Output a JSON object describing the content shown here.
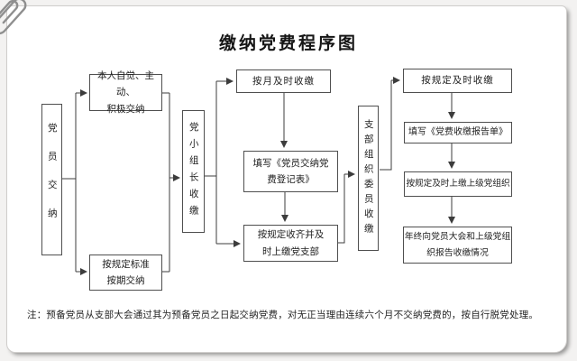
{
  "title": "缴纳党费程序图",
  "note": "注：预备党员从支部大会通过其为预备党员之日起交纳党费，对无正当理由连续六个月不交纳党费的，按自行脱党处理。",
  "icons": {
    "paperclip": "paperclip-icon"
  },
  "colors": {
    "line": "#3c3c3c",
    "box_border": "#4f4f4f",
    "page_bg": "#ffffff",
    "canvas_bg": "#f3f2f1",
    "text": "#1e1e1e"
  },
  "flowchart": {
    "boxes": [
      {
        "id": "party-member-pays",
        "orientation": "vertical",
        "label": "党员交纳"
      },
      {
        "id": "voluntary-pay",
        "orientation": "horizontal",
        "label": "本人自觉、主动、\n积极交纳"
      },
      {
        "id": "standard-pay",
        "orientation": "horizontal",
        "label": "按规定标准\n按期交纳"
      },
      {
        "id": "group-leader-collects",
        "orientation": "vertical",
        "label": "党小组长收缴"
      },
      {
        "id": "monthly-collect",
        "orientation": "horizontal",
        "label": "按月及时收缴"
      },
      {
        "id": "fill-member-register",
        "orientation": "horizontal",
        "label": "填写《党员交纳党\n费登记表》"
      },
      {
        "id": "collect-submit-branch",
        "orientation": "horizontal",
        "label": "按规定收齐并及\n时上缴党支部"
      },
      {
        "id": "branch-committee-collects",
        "orientation": "vertical",
        "label": "支部组织委员收缴"
      },
      {
        "id": "collect-per-rules",
        "orientation": "horizontal",
        "label": "按规定及时收缴"
      },
      {
        "id": "fill-fee-report",
        "orientation": "horizontal",
        "label": "填写《党费收缴报告单》"
      },
      {
        "id": "submit-higher-org",
        "orientation": "horizontal",
        "label": "按规定及时上缴上级党组织"
      },
      {
        "id": "year-end-report",
        "orientation": "horizontal",
        "label": "年终向党员大会和上级党组\n织报告收缴情况"
      }
    ],
    "edges": [
      {
        "from": "party-member-pays",
        "to": "voluntary-pay"
      },
      {
        "from": "party-member-pays",
        "to": "standard-pay"
      },
      {
        "from": "voluntary-pay",
        "to": "group-leader-collects"
      },
      {
        "from": "standard-pay",
        "to": "group-leader-collects"
      },
      {
        "from": "group-leader-collects",
        "to": "monthly-collect"
      },
      {
        "from": "group-leader-collects",
        "to": "collect-submit-branch"
      },
      {
        "from": "monthly-collect",
        "to": "fill-member-register"
      },
      {
        "from": "fill-member-register",
        "to": "collect-submit-branch"
      },
      {
        "from": "collect-submit-branch",
        "to": "branch-committee-collects"
      },
      {
        "from": "branch-committee-collects",
        "to": "collect-per-rules"
      },
      {
        "from": "collect-per-rules",
        "to": "fill-fee-report"
      },
      {
        "from": "fill-fee-report",
        "to": "submit-higher-org"
      },
      {
        "from": "submit-higher-org",
        "to": "year-end-report"
      }
    ]
  }
}
